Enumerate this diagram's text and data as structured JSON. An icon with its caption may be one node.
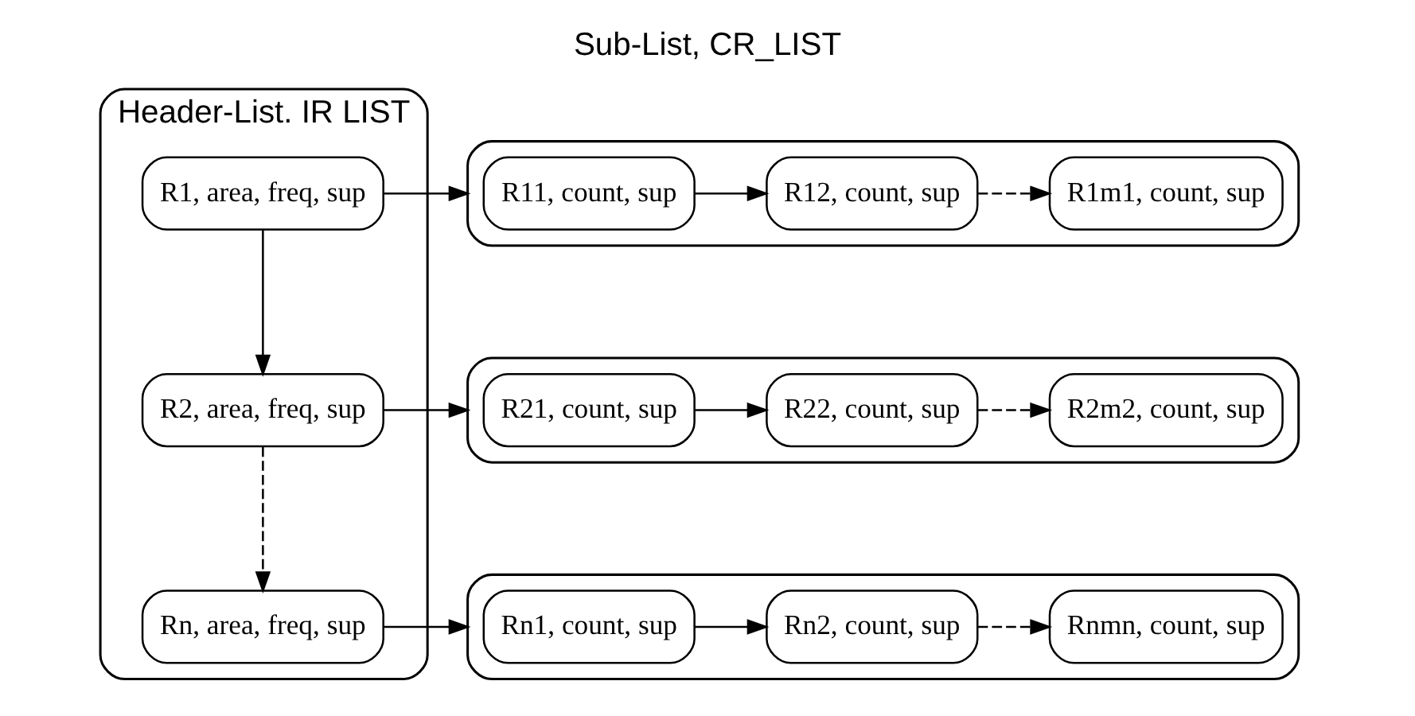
{
  "diagram": {
    "title": "Sub-List, CR_LIST",
    "nodes": [
      {
        "text": [
          "Header-List. IR LIST"
        ]
      },
      {
        "text": [
          "R1, area, freq, sup"
        ],
        "in": 0
      },
      {
        "text": [
          "R2, area, freq, sup"
        ],
        "in": 0
      },
      {
        "text": [
          "Rn, area, freq, sup"
        ],
        "in": 0
      },
      {
        "text": [],
        "shape": "box"
      },
      {
        "text": [
          "R11, count, sup"
        ],
        "in": 4
      },
      {
        "text": [
          "R12, count, sup"
        ],
        "in": 4
      },
      {
        "text": [
          "R1m1, count, sup"
        ],
        "in": 4
      },
      {
        "text": [],
        "shape": "box"
      },
      {
        "text": [
          "R21, count, sup"
        ],
        "in": 8
      },
      {
        "text": [
          "R22, count, sup"
        ],
        "in": 8
      },
      {
        "text": [
          "R2m2, count, sup"
        ],
        "in": 8
      },
      {
        "text": [],
        "shape": "box"
      },
      {
        "text": [
          "Rn1, count, sup"
        ],
        "in": 12
      },
      {
        "text": [
          "Rn2, count, sup"
        ],
        "in": 12
      },
      {
        "text": [
          "Rnmn, count, sup"
        ],
        "in": 12
      }
    ],
    "edges": [
      {
        "from": 1,
        "to": 2,
        "arrow": "to"
      },
      {
        "from": 2,
        "to": 3,
        "arrow": "to",
        "style": "dashed"
      },
      {
        "from": 1,
        "to": 4,
        "arrow": "to"
      },
      {
        "from": 5,
        "to": 6,
        "arrow": "to"
      },
      {
        "from": 6,
        "to": 7,
        "arrow": "to",
        "style": "dashed"
      },
      {
        "from": 2,
        "to": 8,
        "arrow": "to"
      },
      {
        "from": 9,
        "to": 10,
        "arrow": "to"
      },
      {
        "from": 10,
        "to": 11,
        "arrow": "to",
        "style": "dashed"
      },
      {
        "from": 3,
        "to": 12,
        "arrow": "to"
      },
      {
        "from": 13,
        "to": 14,
        "arrow": "to"
      },
      {
        "from": 14,
        "to": 15,
        "arrow": "to",
        "style": "dashed"
      }
    ]
  }
}
